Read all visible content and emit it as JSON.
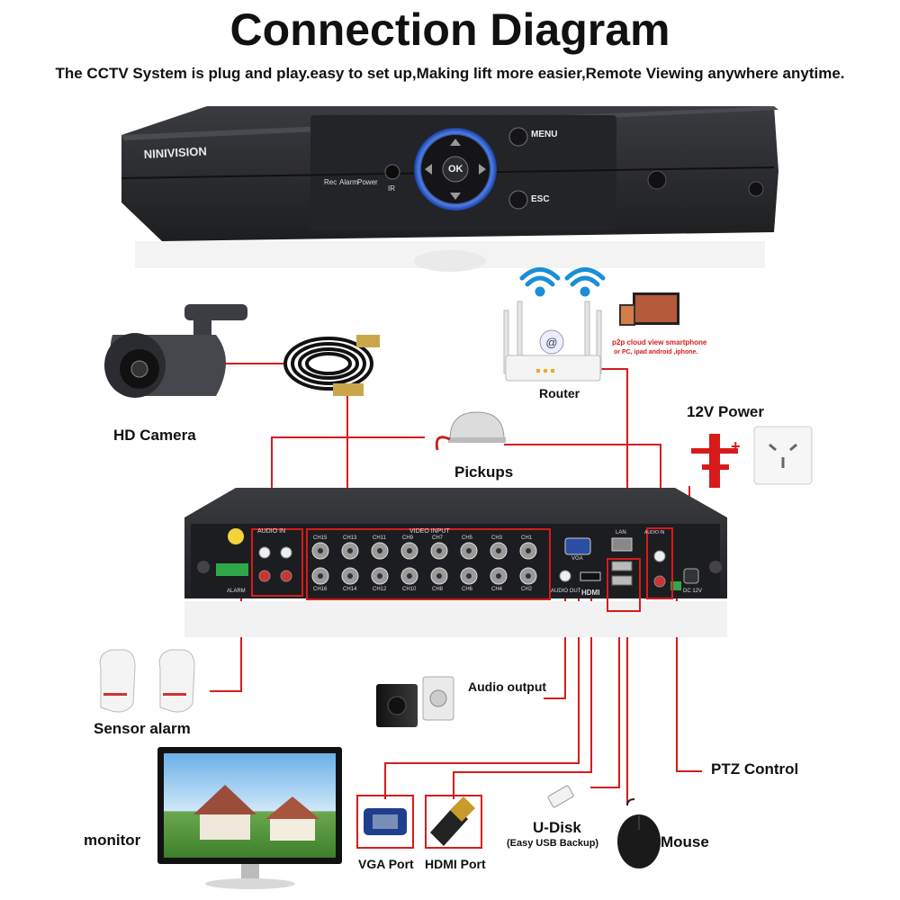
{
  "title": "Connection Diagram",
  "subtitle": "The CCTV System is plug and play.easy to set up,Making lift more easier,Remote Viewing anywhere anytime.",
  "dvr_front": {
    "brand": "NINIVISION",
    "led_labels": [
      "Rec",
      "Alarm",
      "Power"
    ],
    "ir_label": "IR",
    "ok_label": "OK",
    "menu_label": "MENU",
    "esc_label": "ESC"
  },
  "devices": {
    "hd_camera": "HD Camera",
    "pickups": "Pickups",
    "router": "Router",
    "cloud_text_1": "p2p cloud  view smartphone",
    "cloud_text_2": "or PC, ipad android ,iphone.",
    "power": "12V Power",
    "sensor_alarm": "Sensor alarm",
    "audio_output": "Audio output",
    "ptz_control": "PTZ Control",
    "monitor": "monitor",
    "vga_port": "VGA Port",
    "hdmi_port": "HDMI Port",
    "u_disk": "U-Disk",
    "u_disk_sub": "(Easy USB Backup)",
    "mouse": "Mouse"
  },
  "rear_panel": {
    "audio_in_label": "AUDIO IN",
    "video_input_label": "VIDEO INPUT",
    "top_channels": [
      "CH15",
      "CH13",
      "CH11",
      "CH9",
      "CH7",
      "CH5",
      "CH3",
      "CH1"
    ],
    "bottom_channels": [
      "CH16",
      "CH14",
      "CH12",
      "CH10",
      "CH8",
      "CH6",
      "CH4",
      "CH2"
    ],
    "vga_label": "VGA",
    "lan_label": "LAN",
    "audio_out_label": "AUDIO OUT",
    "hdmi_label": "HDMI",
    "dc_label": "DC 12V",
    "alarm_label": "ALARM",
    "audio_in_right_label": "AUDIO IN"
  },
  "colors": {
    "wire": "#d71b1b",
    "dvr_body": "#2a2b2e",
    "text": "#111111"
  }
}
